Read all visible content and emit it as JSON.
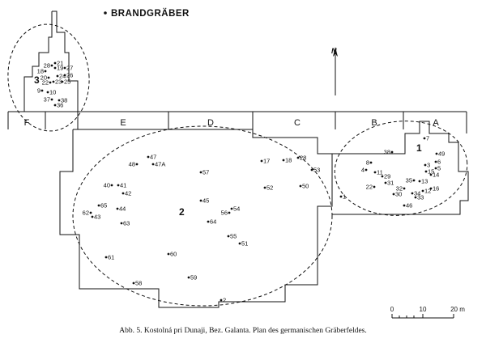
{
  "legend": {
    "label": "BRANDGRÄBER"
  },
  "north": {
    "label": "N"
  },
  "sections": [
    "F",
    "E",
    "D",
    "C",
    "B",
    "A"
  ],
  "zones": [
    "1",
    "2",
    "3"
  ],
  "graves": {
    "cremation": [
      "18",
      "19",
      "20",
      "21",
      "22",
      "23",
      "24",
      "25",
      "26",
      "27",
      "28",
      "9",
      "10",
      "37",
      "38",
      "36"
    ],
    "zone1": [
      "38",
      "7",
      "8",
      "49",
      "4",
      "11",
      "29",
      "3",
      "6",
      "15",
      "5",
      "14",
      "35",
      "13",
      "22",
      "31",
      "32",
      "30",
      "34",
      "12",
      "16",
      "33",
      "46"
    ],
    "zone2": [
      "47",
      "48",
      "47A",
      "57",
      "17",
      "18",
      "28",
      "53",
      "40",
      "41",
      "42",
      "52",
      "50",
      "1",
      "45",
      "65",
      "62",
      "43",
      "44",
      "56",
      "54",
      "64",
      "63",
      "55",
      "51",
      "61",
      "60",
      "59",
      "58",
      "2"
    ]
  },
  "scale": {
    "ticks": [
      "0",
      "10",
      "20 m"
    ]
  },
  "caption": "Abb. 5. Kostolná pri Dunaji, Bez. Galanta. Plan des germanischen Gräberfeldes."
}
